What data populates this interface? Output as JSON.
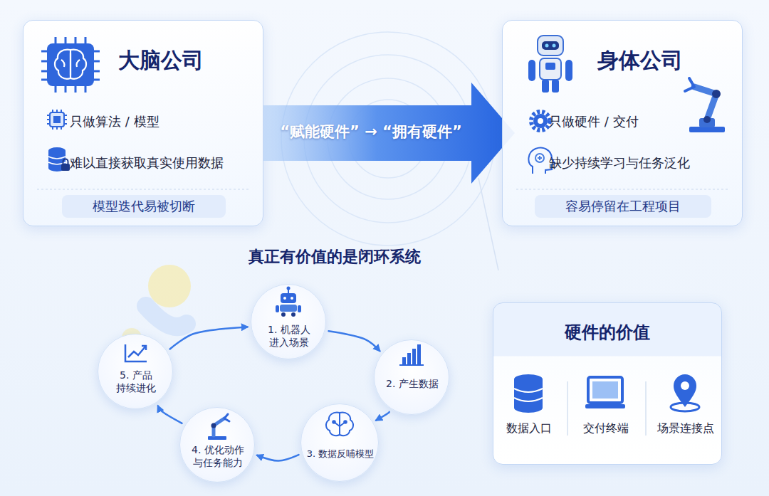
{
  "diagram": {
    "title": "真正有价值的是闭环系统",
    "nodes": [
      {
        "text": [
          "大脑公司",
          "只做算法 / 模型",
          "难以直接获取真实使用数据"
        ]
      },
      {
        "text": [
          "模型迭代易被切断"
        ],
        "in": 0
      },
      {
        "text": [
          "“赋能硬件” → “拥有硬件”"
        ]
      },
      {
        "text": [
          "身体公司",
          "只做硬件 / 交付",
          "缺少持续学习与任务泛化"
        ]
      },
      {
        "text": [
          "容易停留在工程项目"
        ],
        "in": 3
      },
      {
        "text": [
          "1. 机器人 进入场景"
        ]
      },
      {
        "text": [
          "2. 产生数据"
        ]
      },
      {
        "text": [
          "3. 数据反哺模型"
        ]
      },
      {
        "text": [
          "4. 优化动作 与任务能力"
        ]
      },
      {
        "text": [
          "5. 产品 持续进化"
        ]
      },
      {
        "text": [
          "硬件的价值",
          "数据入口",
          "交付终端",
          "场景连接点"
        ]
      }
    ],
    "edges": [
      {
        "from": 5,
        "to": 6,
        "arrow": "to"
      },
      {
        "from": 6,
        "to": 7,
        "arrow": "to"
      },
      {
        "from": 7,
        "to": 8,
        "arrow": "to"
      },
      {
        "from": 8,
        "to": 9,
        "arrow": "to"
      },
      {
        "from": 9,
        "to": 5,
        "arrow": "to"
      }
    ]
  }
}
